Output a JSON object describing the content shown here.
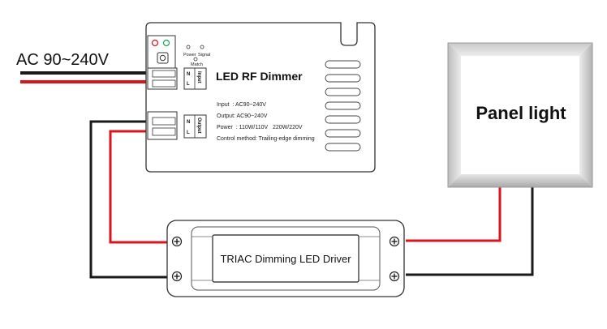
{
  "supply": {
    "label": "AC 90~240V"
  },
  "dimmer": {
    "title": "LED RF Dimmer",
    "indicators": {
      "power": "Power",
      "signal": "Signal",
      "match": "Match"
    },
    "input_block": {
      "n": "N",
      "l": "L",
      "tag": "Input"
    },
    "output_block": {
      "n": "N",
      "l": "L",
      "tag": "Output"
    },
    "specs": {
      "input": "Input  : AC90~240V",
      "output": "Output: AC90~240V",
      "power": "Power  : 110W/110V   220W/220V",
      "control": "Control method: Trailing-edge dimming"
    }
  },
  "driver": {
    "label": "TRIAC Dimming LED Driver"
  },
  "panel": {
    "label": "Panel light"
  },
  "colors": {
    "wire_red": "#d9141c",
    "wire_black": "#1a1a1a",
    "outline": "#333333"
  }
}
